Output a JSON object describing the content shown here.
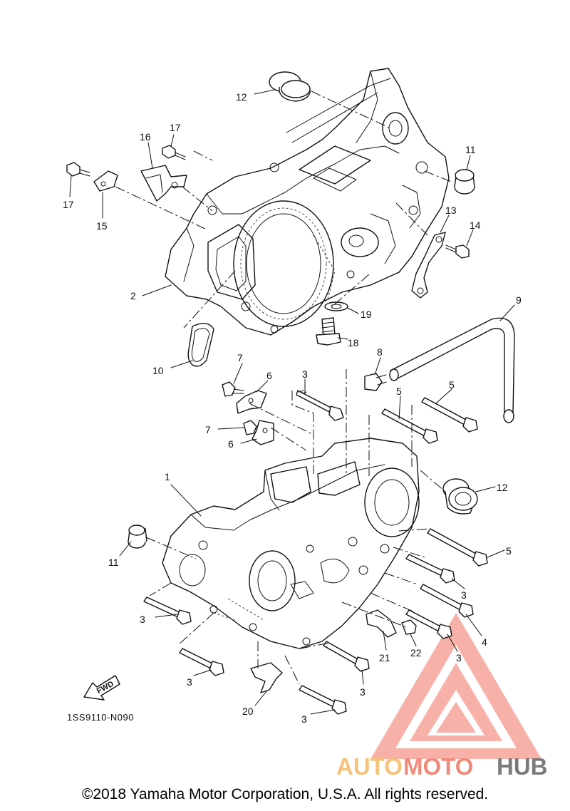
{
  "diagram": {
    "drawing_code": "1SS9110-N090",
    "fwd_label": "FWD",
    "copyright": "©2018 Yamaha Motor Corporation, U.S.A. All rights reserved.",
    "watermark": {
      "part1": "AUTO",
      "part2": "MOTO",
      "part3": "HUB"
    },
    "callouts": [
      {
        "id": "c12a",
        "label": "12"
      },
      {
        "id": "c17a",
        "label": "17"
      },
      {
        "id": "c16",
        "label": "16"
      },
      {
        "id": "c11a",
        "label": "11"
      },
      {
        "id": "c17b",
        "label": "17"
      },
      {
        "id": "c15",
        "label": "15"
      },
      {
        "id": "c13",
        "label": "13"
      },
      {
        "id": "c14",
        "label": "14"
      },
      {
        "id": "c2",
        "label": "2"
      },
      {
        "id": "c9",
        "label": "9"
      },
      {
        "id": "c19",
        "label": "19"
      },
      {
        "id": "c18",
        "label": "18"
      },
      {
        "id": "c10",
        "label": "10"
      },
      {
        "id": "c8",
        "label": "8"
      },
      {
        "id": "c7a",
        "label": "7"
      },
      {
        "id": "c6a",
        "label": "6"
      },
      {
        "id": "c3a",
        "label": "3"
      },
      {
        "id": "c5a",
        "label": "5"
      },
      {
        "id": "c5b",
        "label": "5"
      },
      {
        "id": "c7b",
        "label": "7"
      },
      {
        "id": "c6b",
        "label": "6"
      },
      {
        "id": "c1",
        "label": "1"
      },
      {
        "id": "c12b",
        "label": "12"
      },
      {
        "id": "c11b",
        "label": "11"
      },
      {
        "id": "c5c",
        "label": "5"
      },
      {
        "id": "c3b",
        "label": "3"
      },
      {
        "id": "c3c",
        "label": "3"
      },
      {
        "id": "c4",
        "label": "4"
      },
      {
        "id": "c21",
        "label": "21"
      },
      {
        "id": "c22",
        "label": "22"
      },
      {
        "id": "c3d",
        "label": "3"
      },
      {
        "id": "c3e",
        "label": "3"
      },
      {
        "id": "c3f",
        "label": "3"
      },
      {
        "id": "c20",
        "label": "20"
      },
      {
        "id": "c3g",
        "label": "3"
      }
    ]
  }
}
